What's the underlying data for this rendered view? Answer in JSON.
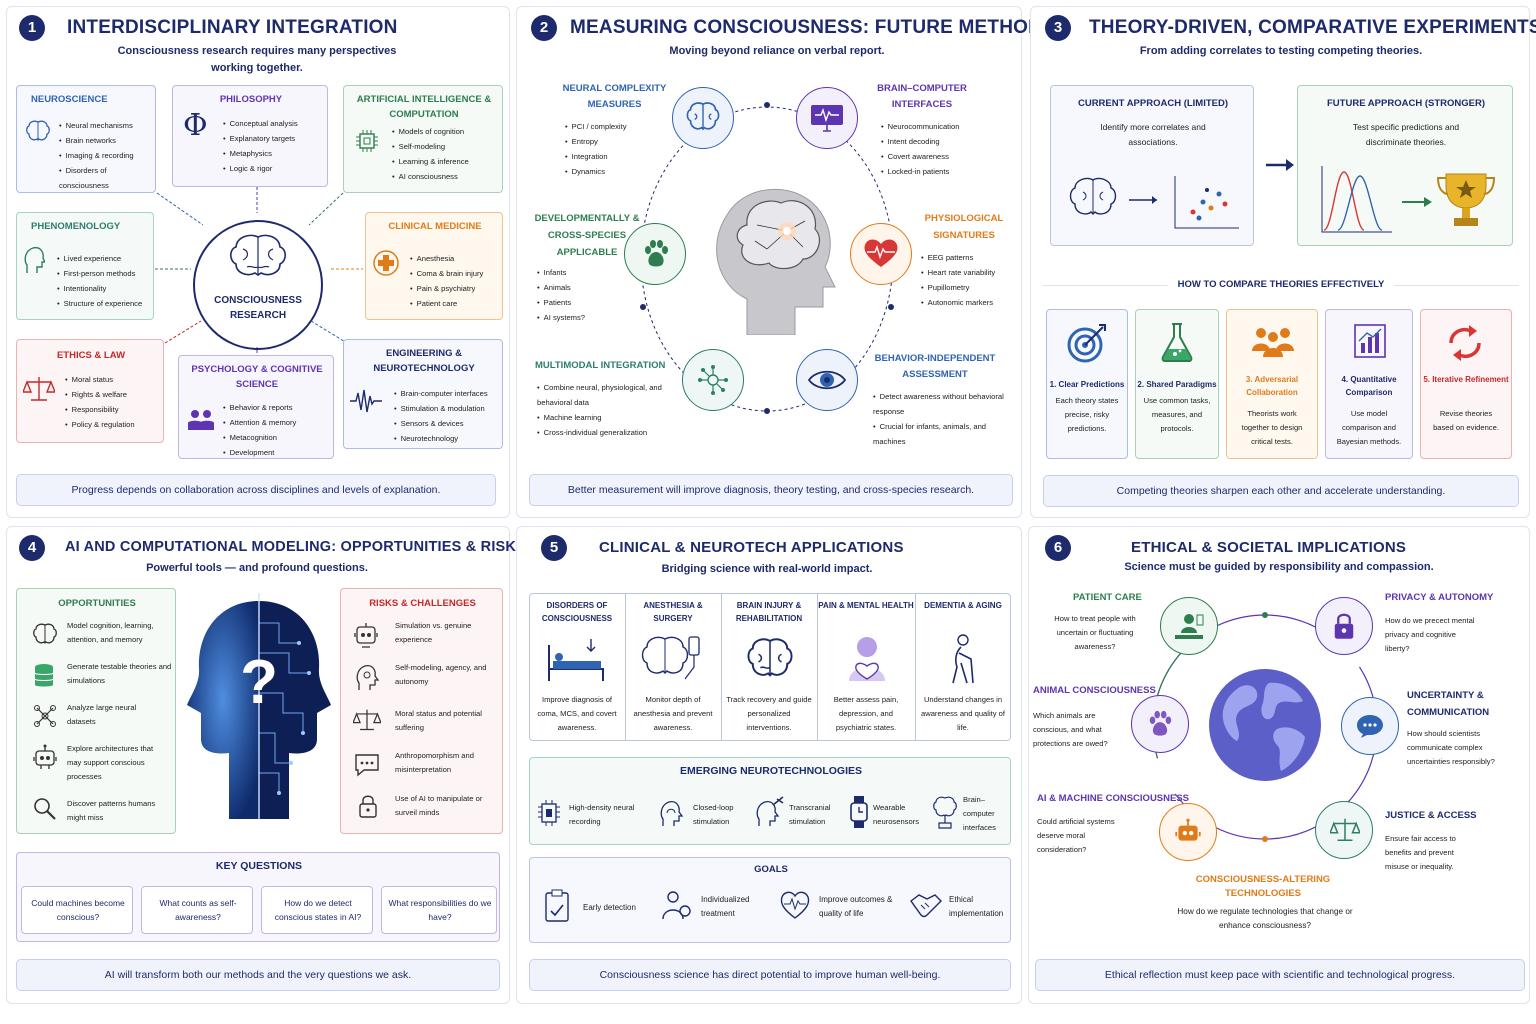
{
  "colors": {
    "navy": "#1d2a6b",
    "blue": "#2f64b3",
    "green": "#2e7d4f",
    "orange": "#e07b1a",
    "red": "#c62828",
    "purple": "#5e35b1"
  },
  "p1": {
    "num": "1",
    "title": "INTERDISCIPLINARY INTEGRATION",
    "subtitle": "Consciousness research requires many perspectives working together.",
    "center": "CONSCIOUSNESS RESEARCH",
    "boxes": [
      {
        "title": "NEUROSCIENCE",
        "items": [
          "Neural mechanisms",
          "Brain networks",
          "Imaging & recording",
          "Disorders of consciousness"
        ]
      },
      {
        "title": "PHILOSOPHY",
        "items": [
          "Conceptual analysis",
          "Explanatory targets",
          "Metaphysics",
          "Logic & rigor"
        ]
      },
      {
        "title": "ARTIFICIAL INTELLIGENCE & COMPUTATION",
        "items": [
          "Models of cognition",
          "Self-modeling",
          "Learning & inference",
          "AI consciousness"
        ]
      },
      {
        "title": "PHENOMENOLOGY",
        "items": [
          "Lived experience",
          "First-person methods",
          "Intentionality",
          "Structure of experience"
        ]
      },
      {
        "title": "CLINICAL MEDICINE",
        "items": [
          "Anesthesia",
          "Coma & brain injury",
          "Pain & psychiatry",
          "Patient care"
        ]
      },
      {
        "title": "ETHICS & LAW",
        "items": [
          "Moral status",
          "Rights & welfare",
          "Responsibility",
          "Policy & regulation"
        ]
      },
      {
        "title": "PSYCHOLOGY & COGNITIVE SCIENCE",
        "items": [
          "Behavior & reports",
          "Attention & memory",
          "Metacognition",
          "Development"
        ]
      },
      {
        "title": "ENGINEERING & NEUROTECHNOLOGY",
        "items": [
          "Brain-computer interfaces",
          "Stimulation & modulation",
          "Sensors & devices",
          "Neurotechnology"
        ]
      }
    ],
    "footer": "Progress depends on collaboration across disciplines and levels of explanation."
  },
  "p2": {
    "num": "2",
    "title": "MEASURING CONSCIOUSNESS: FUTURE METHODS",
    "subtitle": "Moving beyond reliance on verbal report.",
    "groups": [
      {
        "title": "NEURAL COMPLEXITY MEASURES",
        "items": [
          "PCI / complexity",
          "Entropy",
          "Integration",
          "Dynamics"
        ]
      },
      {
        "title": "BRAIN–COMPUTER INTERFACES",
        "items": [
          "Neurocommunication",
          "Intent decoding",
          "Covert awareness",
          "Locked-in patients"
        ]
      },
      {
        "title": "DEVELOPMENTALLY & CROSS-SPECIES APPLICABLE",
        "items": [
          "Infants",
          "Animals",
          "Patients",
          "AI systems?"
        ]
      },
      {
        "title": "PHYSIOLOGICAL SIGNATURES",
        "items": [
          "EEG patterns",
          "Heart rate variability",
          "Pupillometry",
          "Autonomic markers"
        ]
      },
      {
        "title": "MULTIMODAL INTEGRATION",
        "items": [
          "Combine neural, physiological, and behavioral data",
          "Machine learning",
          "Cross-individual generalization"
        ]
      },
      {
        "title": "BEHAVIOR-INDEPENDENT ASSESSMENT",
        "items": [
          "Detect awareness without behavioral response",
          "Crucial for infants, animals, and machines"
        ]
      }
    ],
    "footer": "Better measurement will improve diagnosis, theory testing, and cross-species research."
  },
  "p3": {
    "num": "3",
    "title": "THEORY-DRIVEN, COMPARATIVE EXPERIMENTS",
    "subtitle": "From adding correlates to testing competing theories.",
    "current_title": "CURRENT APPROACH (LIMITED)",
    "current_text": "Identify more correlates and associations.",
    "future_title": "FUTURE APPROACH (STRONGER)",
    "future_text": "Test specific predictions and discriminate theories.",
    "compare_title": "HOW TO COMPARE THEORIES EFFECTIVELY",
    "cards": [
      {
        "title": "1. Clear Predictions",
        "text": "Each theory states precise, risky predictions."
      },
      {
        "title": "2. Shared Paradigms",
        "text": "Use common tasks, measures, and protocols."
      },
      {
        "title": "3. Adversarial Collaboration",
        "text": "Theorists work together to design critical tests."
      },
      {
        "title": "4. Quantitative Comparison",
        "text": "Use model comparison and Bayesian methods."
      },
      {
        "title": "5. Iterative Refinement",
        "text": "Revise theories based on evidence."
      }
    ],
    "footer": "Competing theories sharpen each other and accelerate understanding."
  },
  "p4": {
    "num": "4",
    "title": "AI AND COMPUTATIONAL MODELING: OPPORTUNITIES & RISKS",
    "subtitle": "Powerful tools — and profound questions.",
    "opp_title": "OPPORTUNITIES",
    "opps": [
      "Model cognition, learning, attention, and memory",
      "Generate testable theories and simulations",
      "Analyze large neural datasets",
      "Explore architectures that may support conscious processes",
      "Discover patterns humans might miss"
    ],
    "risk_title": "RISKS & CHALLENGES",
    "risks": [
      "Simulation vs. genuine experience",
      "Self-modeling, agency, and autonomy",
      "Moral status and potential suffering",
      "Anthropomorphism and misinterpretation",
      "Use of AI to manipulate or surveil minds"
    ],
    "q_title": "KEY QUESTIONS",
    "questions": [
      "Could machines become conscious?",
      "What counts as self-awareness?",
      "How do we detect conscious states in AI?",
      "What responsibilities do we have?"
    ],
    "footer": "AI will transform both our methods and the very questions we ask."
  },
  "p5": {
    "num": "5",
    "title": "CLINICAL & NEUROTECH APPLICATIONS",
    "subtitle": "Bridging science with real-world impact.",
    "cols": [
      {
        "title": "DISORDERS OF CONSCIOUSNESS",
        "text": "Improve diagnosis of coma, MCS, and covert awareness."
      },
      {
        "title": "ANESTHESIA & SURGERY",
        "text": "Monitor depth of anesthesia and prevent awareness."
      },
      {
        "title": "BRAIN INJURY & REHABILITATION",
        "text": "Track recovery and guide personalized interventions."
      },
      {
        "title": "PAIN & MENTAL HEALTH",
        "text": "Better assess pain, depression, and psychiatric states."
      },
      {
        "title": "DEMENTIA & AGING",
        "text": "Understand changes in awareness and quality of life."
      }
    ],
    "emerging_title": "EMERGING NEUROTECHNOLOGIES",
    "techs": [
      "High-density neural recording",
      "Closed-loop stimulation",
      "Transcranial stimulation",
      "Wearable neurosensors",
      "Brain–computer interfaces"
    ],
    "goals_title": "GOALS",
    "goals": [
      "Early detection",
      "Individualized treatment",
      "Improve outcomes & quality of life",
      "Ethical implementation"
    ],
    "footer": "Consciousness science has direct potential to improve human well-being."
  },
  "p6": {
    "num": "6",
    "title": "ETHICAL & SOCIETAL IMPLICATIONS",
    "subtitle": "Science must be guided by responsibility and compassion.",
    "items": [
      {
        "title": "PATIENT CARE",
        "text": "How to treat people with uncertain or fluctuating awareness?"
      },
      {
        "title": "PRIVACY & AUTONOMY",
        "text": "How do we precect mental privacy and cognitive liberty?"
      },
      {
        "title": "ANIMAL CONSCIOUSNESS",
        "text": "Which animals are conscious, and what protections are owed?"
      },
      {
        "title": "UNCERTAINTY & COMMUNICATION",
        "text": "How should scientists communicate complex uncertainties responsibly?"
      },
      {
        "title": "AI & MACHINE CONSCIOUSNESS",
        "text": "Could artificial systems deserve moral consideration?"
      },
      {
        "title": "JUSTICE & ACCESS",
        "text": "Ensure fair access to benefits and prevent misuse or inequality."
      },
      {
        "title": "CONSCIOUSNESS-ALTERING TECHNOLOGIES",
        "text": "How do we regulate technologies that change or enhance consciousness?"
      }
    ],
    "footer": "Ethical reflection must keep pace with scientific and technological progress."
  }
}
